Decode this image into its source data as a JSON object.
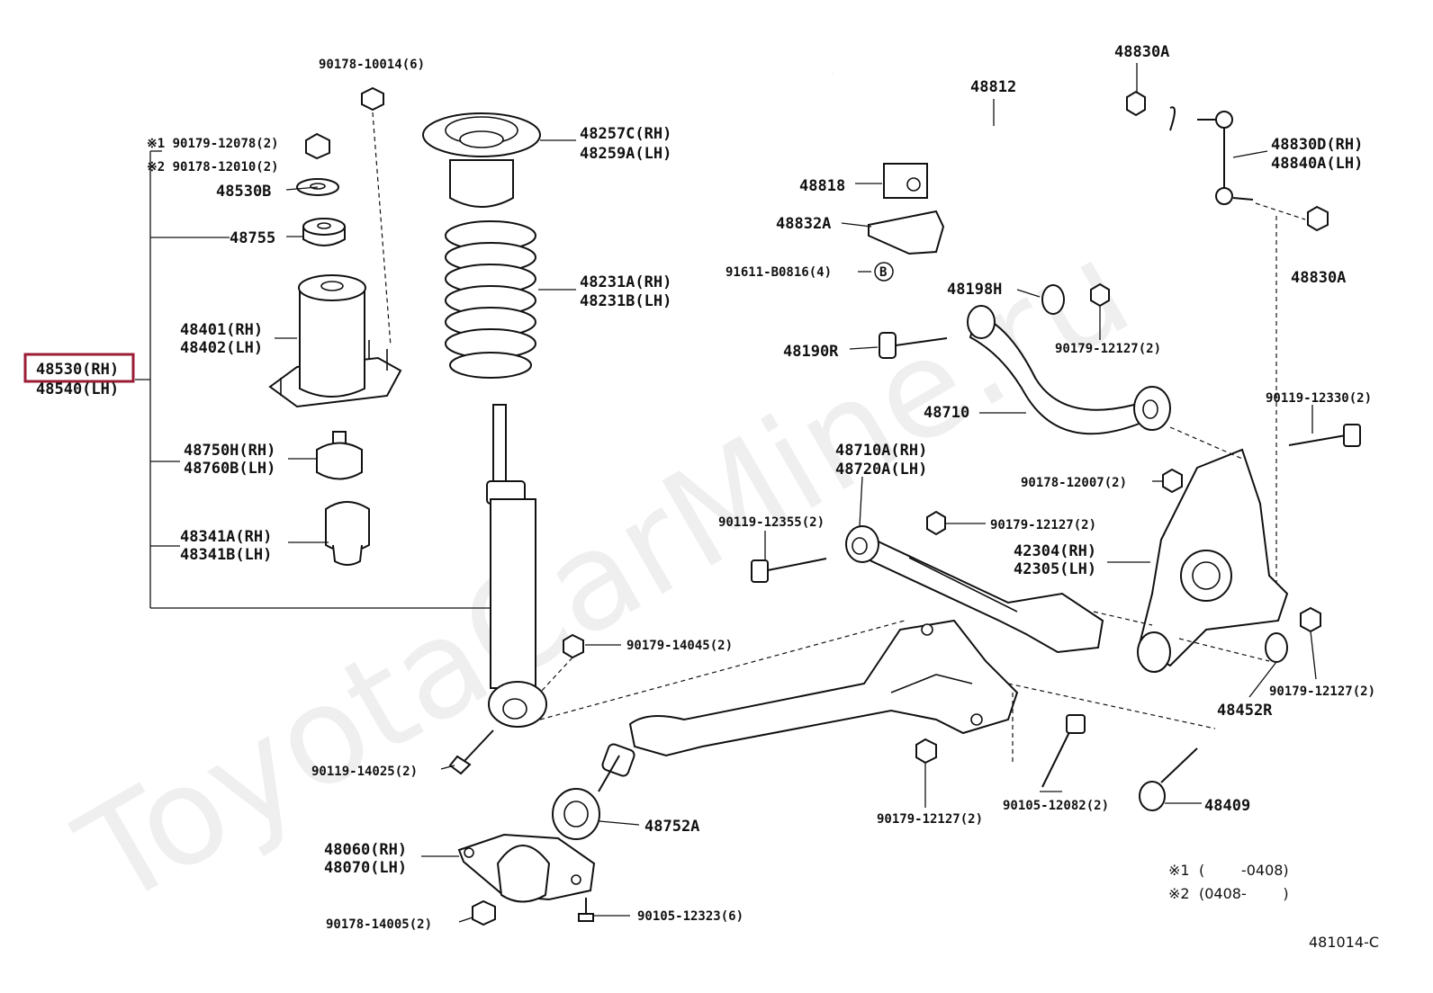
{
  "diagram_code": "481014-C",
  "watermark": "ToyotaCarMine.ru",
  "highlight_color": "#9b1c36",
  "notes": [
    {
      "mark": "※1",
      "range": "(        -0408)"
    },
    {
      "mark": "※2",
      "range": "(0408-        )"
    }
  ],
  "labels": {
    "p90178_10014": "90178-10014(6)",
    "p90179_12078": "※1 90179-12078(2)",
    "p90178_12010": "※2 90178-12010(2)",
    "p48530B": "48530B",
    "p48755": "48755",
    "p48401": "48401(RH)",
    "p48402": "48402(LH)",
    "p48530": "48530(RH)",
    "p48540": "48540(LH)",
    "p48750H": "48750H(RH)",
    "p48760B": "48760B(LH)",
    "p48341A": "48341A(RH)",
    "p48341B": "48341B(LH)",
    "p48257C": "48257C(RH)",
    "p48259A": "48259A(LH)",
    "p48231A": "48231A(RH)",
    "p48231B": "48231B(LH)",
    "p90179_14045": "90179-14045(2)",
    "p90119_14025": "90119-14025(2)",
    "p48752A": "48752A",
    "p48060": "48060(RH)",
    "p48070": "48070(LH)",
    "p90178_14005": "90178-14005(2)",
    "p90105_12323": "90105-12323(6)",
    "p48830A_top": "48830A",
    "p48812": "48812",
    "p48818": "48818",
    "p48832A": "48832A",
    "p91611": "91611-B0816(4)",
    "pB": "B",
    "p48830D": "48830D(RH)",
    "p48840A": "48840A(LH)",
    "p48830A_right": "48830A",
    "p48198H": "48198H",
    "p90179_12127_a": "90179-12127(2)",
    "p48190R": "48190R",
    "p48710": "48710",
    "p90119_12330": "90119-12330(2)",
    "p48710A": "48710A(RH)",
    "p48720A": "48720A(LH)",
    "p90178_12007": "90178-12007(2)",
    "p90119_12355": "90119-12355(2)",
    "p90179_12127_b": "90179-12127(2)",
    "p42304": "42304(RH)",
    "p42305": "42305(LH)",
    "p90179_12127_c": "90179-12127(2)",
    "p48452R": "48452R",
    "p90179_12127_d": "90179-12127(2)",
    "p90105_12082": "90105-12082(2)",
    "p48409": "48409"
  }
}
